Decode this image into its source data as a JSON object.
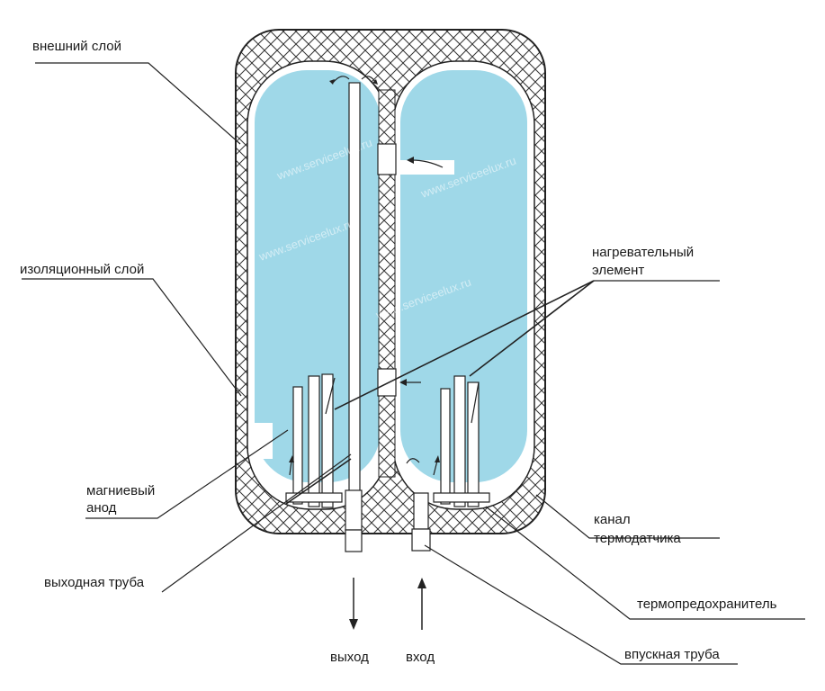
{
  "labels": {
    "outer_layer": "внешний слой",
    "insulation_layer": "изоляционный слой",
    "heating_element_line1": "нагревательный",
    "heating_element_line2": "элемент",
    "magnesium_anode_line1": "магниевый",
    "magnesium_anode_line2": "анод",
    "sensor_channel_line1": "канал",
    "sensor_channel_line2": "термодатчика",
    "outlet_pipe": "выходная труба",
    "thermal_fuse": "термопредохранитель",
    "inlet_pipe": "впускная труба",
    "outlet": "выход",
    "inlet": "вход"
  },
  "watermark": "www.serviceelux.ru",
  "colors": {
    "water": "#9fd8e8",
    "line": "#222222",
    "background": "#ffffff"
  }
}
